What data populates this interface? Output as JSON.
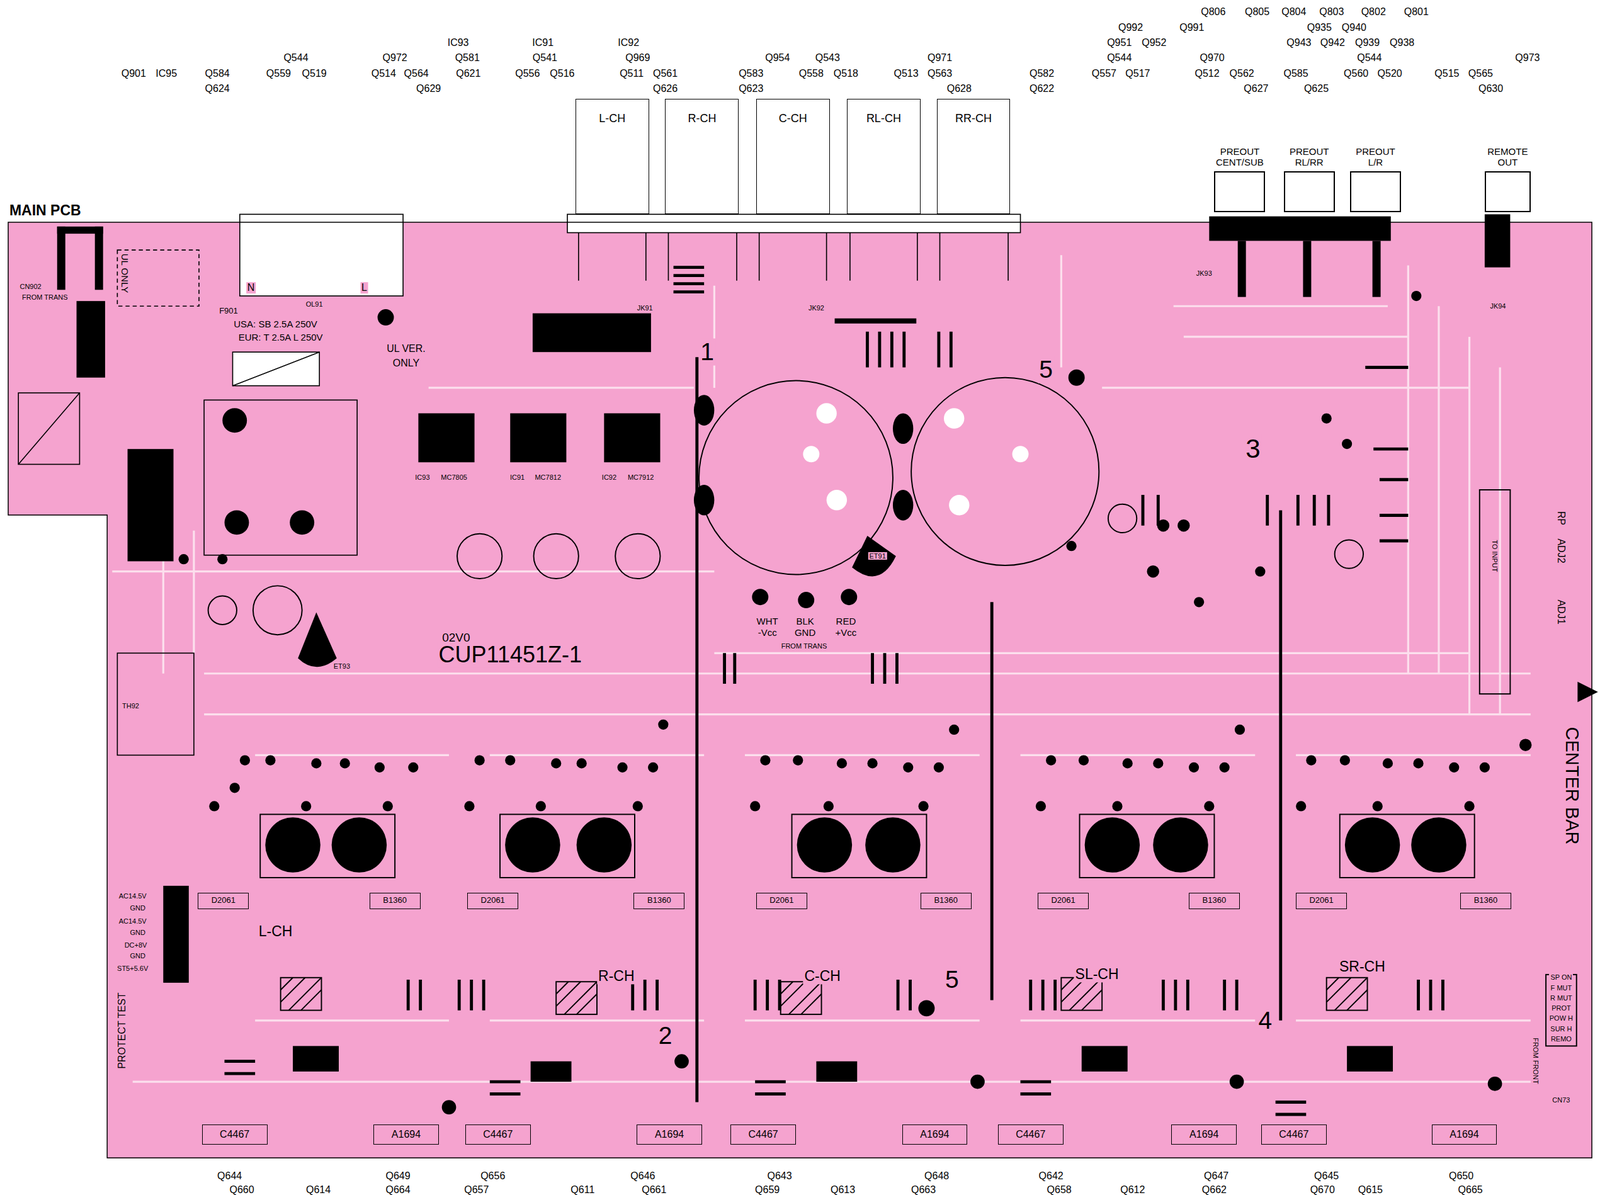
{
  "diagram": {
    "nodes": [
      {
        "text": [
          "MAIN PCB"
        ]
      },
      {
        "text": [
          "L-CH"
        ]
      },
      {
        "text": [
          "R-CH"
        ]
      },
      {
        "text": [
          "C-CH"
        ]
      },
      {
        "text": [
          "RL-CH"
        ]
      },
      {
        "text": [
          "RR-CH"
        ]
      },
      {
        "text": [
          "PREOUT CENT/SUB"
        ]
      },
      {
        "text": [
          "PREOUT RL/RR"
        ]
      },
      {
        "text": [
          "PREOUT L/R"
        ]
      },
      {
        "text": [
          "REMOTE OUT"
        ]
      },
      {
        "text": [
          "C4467"
        ],
        "in": 0
      },
      {
        "text": [
          "A1694"
        ],
        "in": 0
      },
      {
        "text": [
          "C4467"
        ],
        "in": 0
      },
      {
        "text": [
          "A1694"
        ],
        "in": 0
      },
      {
        "text": [
          "C4467"
        ],
        "in": 0
      },
      {
        "text": [
          "A1694"
        ],
        "in": 0
      },
      {
        "text": [
          "C4467"
        ],
        "in": 0
      },
      {
        "text": [
          "A1694"
        ],
        "in": 0
      },
      {
        "text": [
          "C4467"
        ],
        "in": 0
      },
      {
        "text": [
          "A1694"
        ],
        "in": 0
      },
      {
        "text": [
          "D2061"
        ],
        "in": 0
      },
      {
        "text": [
          "B1360"
        ],
        "in": 0
      },
      {
        "text": [
          "D2061"
        ],
        "in": 0
      },
      {
        "text": [
          "B1360"
        ],
        "in": 0
      },
      {
        "text": [
          "D2061"
        ],
        "in": 0
      },
      {
        "text": [
          "B1360"
        ],
        "in": 0
      },
      {
        "text": [
          "D2061"
        ],
        "in": 0
      },
      {
        "text": [
          "B1360"
        ],
        "in": 0
      },
      {
        "text": [
          "D2061"
        ],
        "in": 0
      },
      {
        "text": [
          "B1360"
        ],
        "in": 0
      }
    ],
    "labels": [
      "Q806",
      "Q805",
      "Q804",
      "Q803",
      "Q802",
      "Q801",
      "Q992",
      "Q991",
      "Q935",
      "Q940",
      "IC93",
      "IC91",
      "IC92",
      "Q951",
      "Q952",
      "Q943",
      "Q942",
      "Q939",
      "Q938",
      "Q544",
      "Q972",
      "Q581",
      "Q541",
      "Q969",
      "Q954",
      "Q543",
      "Q971",
      "Q544",
      "Q970",
      "Q544",
      "Q973",
      "Q901",
      "IC95",
      "Q584",
      "Q559",
      "Q519",
      "Q514",
      "Q564",
      "Q621",
      "Q556",
      "Q516",
      "Q511",
      "Q561",
      "Q583",
      "Q558",
      "Q518",
      "Q513",
      "Q563",
      "Q582",
      "Q557",
      "Q517",
      "Q512",
      "Q562",
      "Q585",
      "Q560",
      "Q520",
      "Q515",
      "Q565",
      "Q624",
      "Q629",
      "Q626",
      "Q623",
      "Q628",
      "Q622",
      "Q627",
      "Q625",
      "Q630",
      "F901",
      "USA: SB 2.5A 250V",
      "EUR: T 2.5A L 250V",
      "OL91",
      "N",
      "L",
      "UL ONLY",
      "UL VER.",
      "ONLY",
      "CN902",
      "FROM TRANS",
      "WHT",
      "-Vcc",
      "BLK",
      "GND",
      "RED",
      "+Vcc",
      "FROM TRANS",
      "CUP11451Z-1",
      "02V0",
      "1",
      "2",
      "3",
      "4",
      "5",
      "5",
      "JK91",
      "JK92",
      "JK93",
      "JK94",
      "IC93",
      "MC7805",
      "IC91",
      "MC7812",
      "IC92",
      "MC7912",
      "PROTECT TEST",
      "AC14.5V",
      "GND",
      "AC14.5V",
      "GND",
      "DC+8V",
      "GND",
      "ST5+5.6V",
      "L-CH",
      "R-CH",
      "C-CH",
      "SL-CH",
      "SR-CH",
      "CENTER BAR",
      "RP",
      "ADJ2",
      "ADJ1",
      "TO INPUT",
      "FROM FRONT",
      "SP ON",
      "F MUT",
      "R MUT",
      "PROT",
      "POW H",
      "SUR H",
      "REMO",
      "CN73",
      "ET91",
      "ET93",
      "TH92",
      "Q644",
      "Q649",
      "Q656",
      "Q646",
      "Q643",
      "Q648",
      "Q642",
      "Q647",
      "Q645",
      "Q650",
      "Q660",
      "Q614",
      "Q664",
      "Q657",
      "Q611",
      "Q661",
      "Q659",
      "Q613",
      "Q663",
      "Q658",
      "Q612",
      "Q662",
      "Q670",
      "Q615",
      "Q665"
    ]
  }
}
